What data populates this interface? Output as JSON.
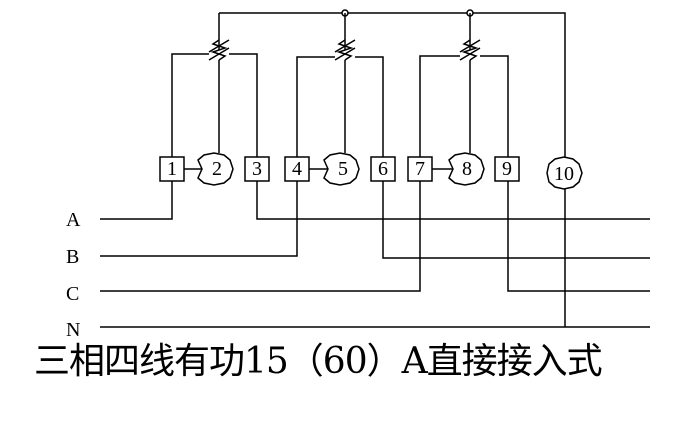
{
  "terminals": [
    {
      "id": "1",
      "shape": "box"
    },
    {
      "id": "2",
      "shape": "circle"
    },
    {
      "id": "3",
      "shape": "box"
    },
    {
      "id": "4",
      "shape": "box"
    },
    {
      "id": "5",
      "shape": "circle"
    },
    {
      "id": "6",
      "shape": "box"
    },
    {
      "id": "7",
      "shape": "box"
    },
    {
      "id": "8",
      "shape": "circle"
    },
    {
      "id": "9",
      "shape": "box"
    },
    {
      "id": "10",
      "shape": "circle"
    }
  ],
  "lines": [
    {
      "label": "A"
    },
    {
      "label": "B"
    },
    {
      "label": "C"
    },
    {
      "label": "N"
    }
  ],
  "caption": "三相四线有功15（60）A直接接入式"
}
